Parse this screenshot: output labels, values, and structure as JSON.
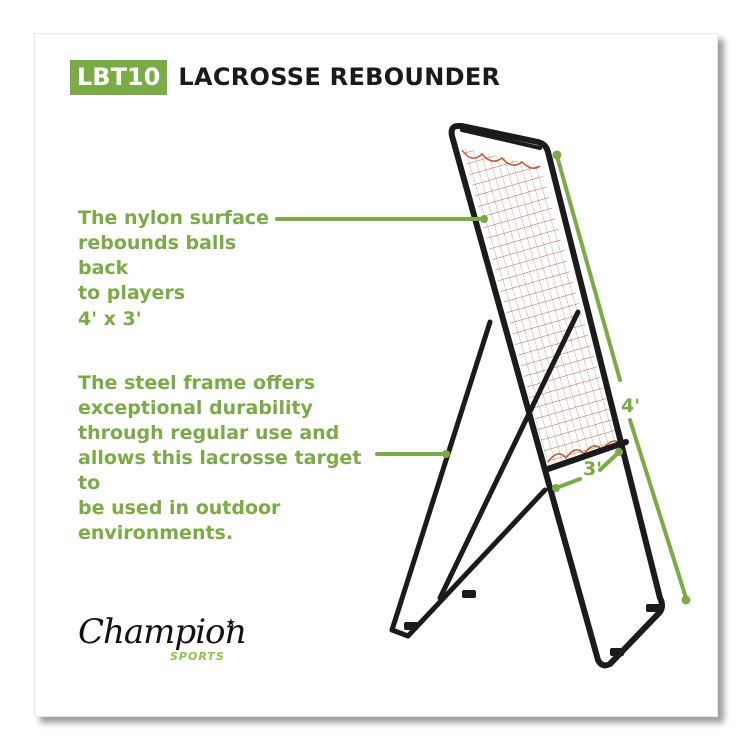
{
  "header": {
    "model_badge": "LBT10",
    "product_title": "LACROSSE REBOUNDER"
  },
  "features": [
    {
      "text": "The nylon surface\nrebounds balls back\nto players"
    },
    {
      "text": "4' x 3'"
    },
    {
      "text": "The steel frame offers\nexceptional durability\nthrough regular use and\nallows this lacrosse target to\nbe used in outdoor\nenvironments."
    }
  ],
  "dimensions": {
    "height_label": "4'",
    "width_label": "3'"
  },
  "brand": {
    "name": "Champion",
    "sub": "SPORTS"
  },
  "colors": {
    "accent_green": "#7bab45",
    "title_text": "#1a1a1a",
    "frame": "#1b1b1b",
    "net": "#c4582c"
  }
}
